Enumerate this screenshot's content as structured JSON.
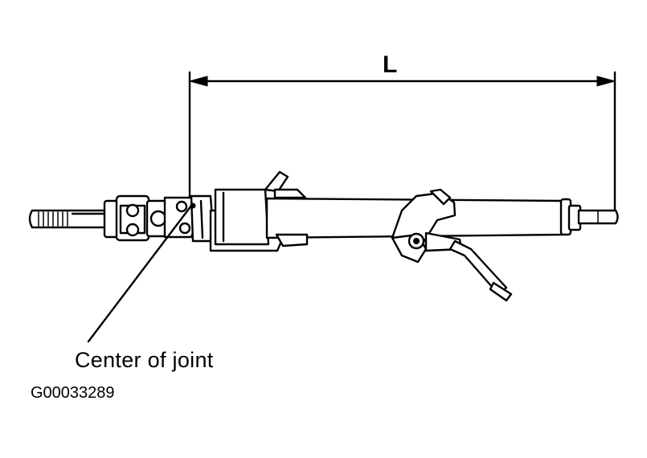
{
  "diagram": {
    "dimension_label": "L",
    "callout_label": "Center of joint",
    "figure_id": "G00033289"
  },
  "colors": {
    "ink": "#000000",
    "paper": "#ffffff"
  }
}
